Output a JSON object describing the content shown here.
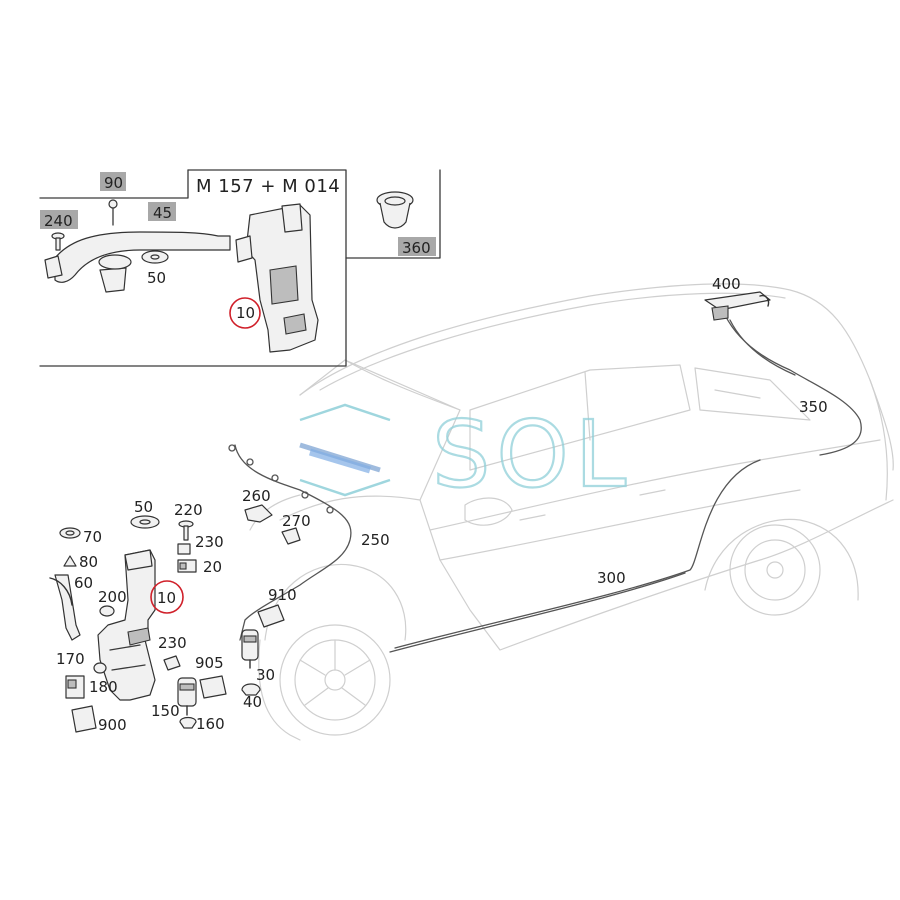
{
  "inset": {
    "title": "M 157 + M 014",
    "labels": {
      "p90": "90",
      "p45": "45",
      "p240": "240",
      "p50": "50",
      "p10": "10",
      "p360": "360"
    }
  },
  "labels": {
    "p400": "400",
    "p350": "350",
    "p300": "300",
    "p250": "250",
    "p260": "260",
    "p270": "270",
    "p220": "220",
    "p230a": "230",
    "p20": "20",
    "p50": "50",
    "p70": "70",
    "p80": "80",
    "p60": "60",
    "p10": "10",
    "p200": "200",
    "p230b": "230",
    "p910": "910",
    "p905": "905",
    "p30": "30",
    "p40": "40",
    "p170": "170",
    "p180": "180",
    "p150": "150",
    "p160": "160",
    "p900": "900"
  },
  "watermark": {
    "text": "SOL"
  },
  "colors": {
    "highlight": "#d0202a",
    "tag_gray": "#a8a8a8",
    "watermark": "#8fd0d9"
  }
}
